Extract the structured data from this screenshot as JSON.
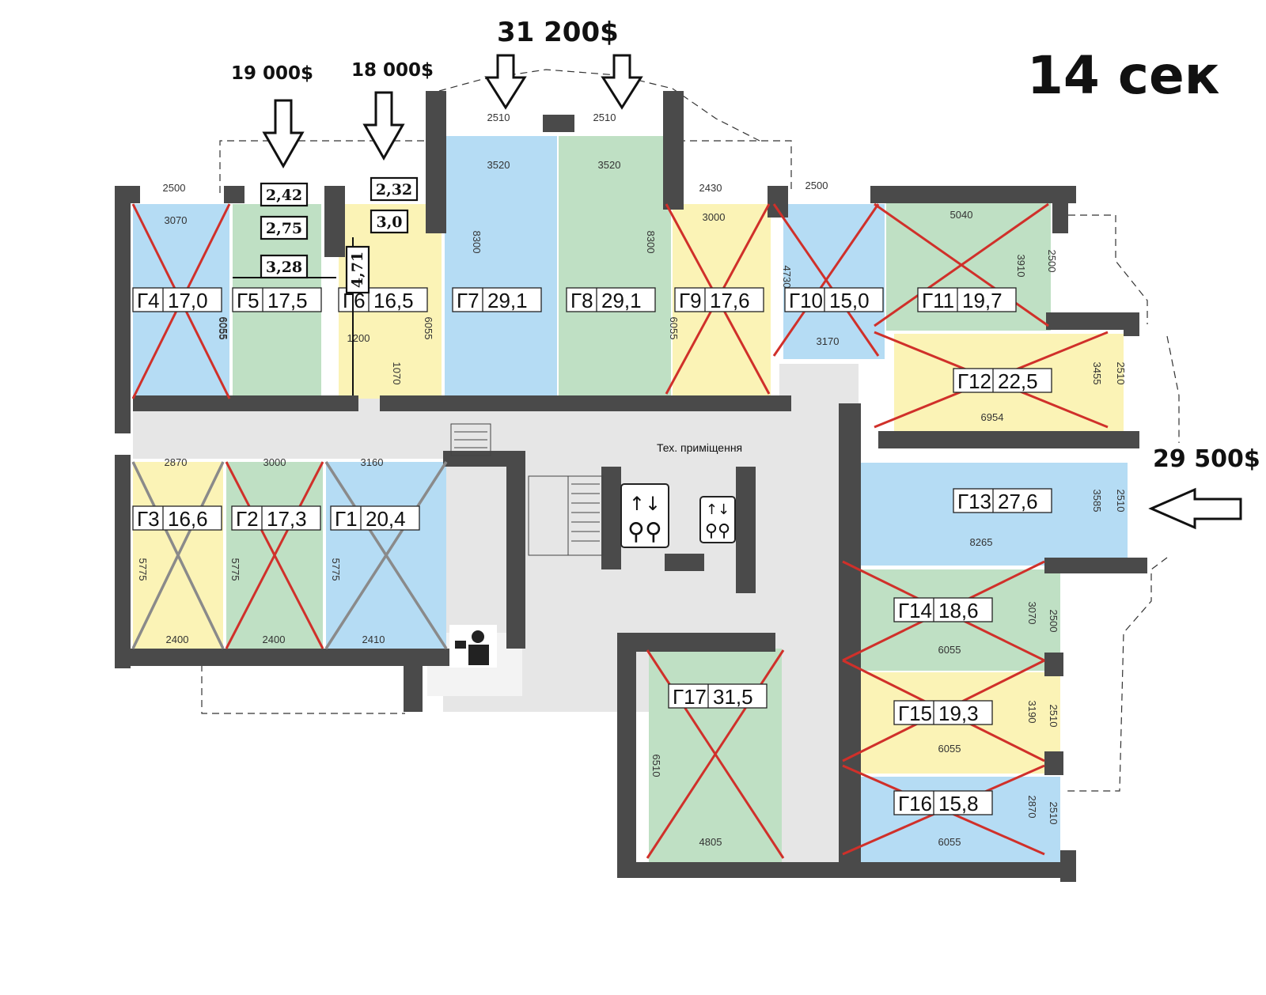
{
  "headline": "14 сек",
  "prices": {
    "top_center": "31 200$",
    "top_left_1": "19 000$",
    "top_left_2": "18 000$",
    "right": "29 500$"
  },
  "tech_room_label": "Тех. приміщення",
  "colors": {
    "blue": "#b5dcf4",
    "green": "#bfe0c4",
    "yellow": "#fbf3b6",
    "wall": "#4a4a4a",
    "corridor": "#e6e6e6",
    "cross_red": "#d0302a",
    "cross_grey": "#8a8a8a"
  },
  "units": [
    {
      "id": "Г1",
      "area": "20,4",
      "color": "blue",
      "crossed": "grey"
    },
    {
      "id": "Г2",
      "area": "17,3",
      "color": "green",
      "crossed": "red"
    },
    {
      "id": "Г3",
      "area": "16,6",
      "color": "yellow",
      "crossed": "grey"
    },
    {
      "id": "Г4",
      "area": "17,0",
      "color": "blue",
      "crossed": "red"
    },
    {
      "id": "Г5",
      "area": "17,5",
      "color": "green",
      "crossed": "none"
    },
    {
      "id": "Г6",
      "area": "16,5",
      "color": "yellow",
      "crossed": "none"
    },
    {
      "id": "Г7",
      "area": "29,1",
      "color": "blue",
      "crossed": "none"
    },
    {
      "id": "Г8",
      "area": "29,1",
      "color": "green",
      "crossed": "none"
    },
    {
      "id": "Г9",
      "area": "17,6",
      "color": "yellow",
      "crossed": "red"
    },
    {
      "id": "Г10",
      "area": "15,0",
      "color": "blue",
      "crossed": "red"
    },
    {
      "id": "Г11",
      "area": "19,7",
      "color": "green",
      "crossed": "red"
    },
    {
      "id": "Г12",
      "area": "22,5",
      "color": "yellow",
      "crossed": "red"
    },
    {
      "id": "Г13",
      "area": "27,6",
      "color": "blue",
      "crossed": "none"
    },
    {
      "id": "Г14",
      "area": "18,6",
      "color": "green",
      "crossed": "red"
    },
    {
      "id": "Г15",
      "area": "19,3",
      "color": "yellow",
      "crossed": "red"
    },
    {
      "id": "Г16",
      "area": "15,8",
      "color": "blue",
      "crossed": "red"
    },
    {
      "id": "Г17",
      "area": "31,5",
      "color": "green",
      "crossed": "red"
    }
  ],
  "measurements": [
    "2,42",
    "2,75",
    "3,28",
    "2,32",
    "3,0",
    "4,71"
  ],
  "dimensions": [
    "2500",
    "3070",
    "6055",
    "6055",
    "6055",
    "1200",
    "1070",
    "2510",
    "2510",
    "3520",
    "3520",
    "8300",
    "8300",
    "2430",
    "3000",
    "6055",
    "2500",
    "4730",
    "3170",
    "5040",
    "3910",
    "2500",
    "2510",
    "3455",
    "6954",
    "2870",
    "3000",
    "3160",
    "5775",
    "5775",
    "5775",
    "2400",
    "2400",
    "2410",
    "2510",
    "3585",
    "8265",
    "3070",
    "2500",
    "6055",
    "3190",
    "2510",
    "6055",
    "2870",
    "2510",
    "6055",
    "6510",
    "4805"
  ]
}
